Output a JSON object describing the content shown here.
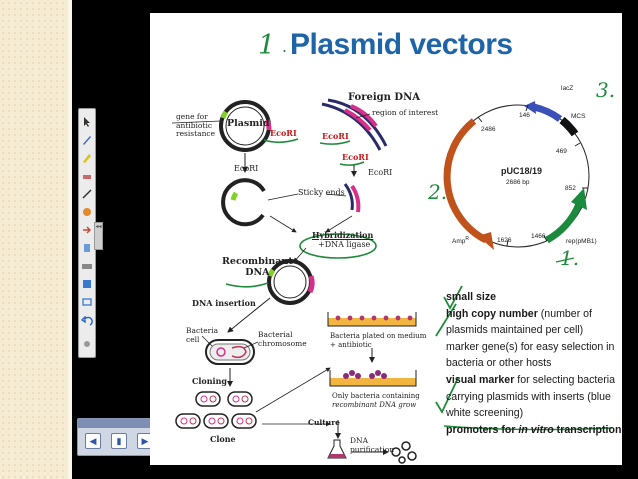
{
  "slide": {
    "title_number": "1",
    "title_dot": ".",
    "title": "Plasmid vectors"
  },
  "left_diagram": {
    "gene_label_1": "gene for",
    "gene_label_2": "antibiotic",
    "gene_label_3": "resistance",
    "plasmid_label": "Plasmid",
    "ecori_plasmid": "EcoRI",
    "foreign_dna": "Foreign DNA",
    "region_of_interest": "region of interest",
    "ecori_foreign_1": "EcoRI",
    "ecori_foreign_2": "EcoRI",
    "ecori_cut_plasmid": "EcoRI",
    "ecori_cut_foreign": "EcoRI",
    "sticky_ends": "Sticky ends",
    "hybridization": "Hybridization",
    "dna_ligase": "+DNA ligase",
    "recombinant_1": "Recombinant",
    "recombinant_2": "DNA",
    "dna_insertion": "DNA insertion",
    "bacteria_cell_1": "Bacteria",
    "bacteria_cell_2": "cell",
    "bacterial_chromosome_1": "Bacterial",
    "bacterial_chromosome_2": "chromosome",
    "cloning": "Cloning",
    "clone": "Clone",
    "plated_1": "Bacteria plated on medium",
    "plated_2": "+ antibiotic",
    "only_bacteria_1": "Only bacteria containing",
    "only_bacteria_2": "recombinant DNA grow",
    "culture": "Culture",
    "dna_purification_1": "DNA",
    "dna_purification_2": "purification"
  },
  "puc_map": {
    "name": "pUC18/19",
    "size": "2686 bp",
    "lacz": "lacZ",
    "mcs": "MCS",
    "pos_146": "146",
    "pos_469": "469",
    "pos_852": "852",
    "pos_1466": "1466",
    "pos_1626": "1626",
    "pos_2486": "2486",
    "amp": "Amp",
    "amp_sup": "R",
    "rep": "rep(pMB1)",
    "ink_3": "3.",
    "ink_2": "2.",
    "ink_1": "1."
  },
  "features": {
    "line1": "small size",
    "line2_bold": "high copy number",
    "line2_rest": " (number of",
    "line3": "plasmids maintained per cell)",
    "line4": "marker gene(s) for easy selection in",
    "line5": "bacteria or other hosts",
    "line6_bold": "visual marker",
    "line6_rest": " for selecting bacteria",
    "line7": "carrying plasmids with inserts (blue",
    "line8": "white screening)",
    "line9_bold": "promoters for ",
    "line9_italic": "in vitro",
    "line9_bold_end": " transcription"
  },
  "colors": {
    "title_blue": "#1e64a8",
    "annotation_green": "#1f8a3a",
    "lacz_blue": "#3a4fb8",
    "amp_orange": "#c0521c",
    "rep_green": "#1b8a3c",
    "dna_magenta": "#d8308a",
    "dna_navy": "#2a2a6a",
    "ecori_red": "#c41a1a"
  },
  "icons": [
    "pointer-icon",
    "pen-icon",
    "highlighter-icon",
    "eraser-icon",
    "line-icon",
    "fill-icon",
    "undo-icon",
    "previous-icon",
    "slide-icon",
    "next-icon"
  ]
}
